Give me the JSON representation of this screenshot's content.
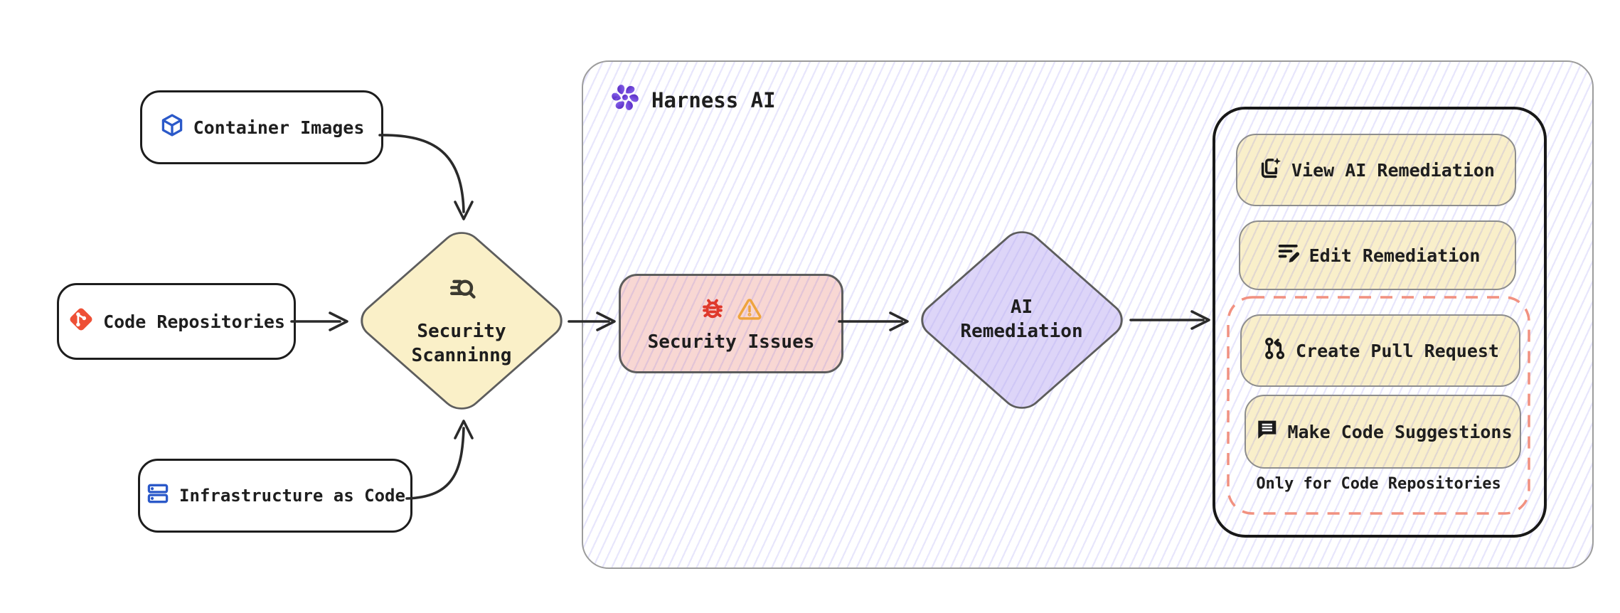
{
  "diagram": {
    "sources": [
      {
        "label": "Container Images"
      },
      {
        "label": "Code Repositories"
      },
      {
        "label": "Infrastructure as Code"
      }
    ],
    "scanner": {
      "line1": "Security",
      "line2": "Scanninng"
    },
    "harness": {
      "title": "Harness AI"
    },
    "issues": {
      "label": "Security Issues"
    },
    "ai_remediation": {
      "line1": "AI",
      "line2": "Remediation"
    },
    "actions": {
      "view": "View AI Remediation",
      "edit": "Edit Remediation",
      "pull_request": "Create Pull Request",
      "suggestions": "Make Code Suggestions"
    },
    "note": "Only for Code Repositories",
    "colors": {
      "node_yellow": "#faf0c8",
      "button_yellow": "#f9efca",
      "node_pink": "#f8d7d3",
      "node_purple": "#ddd5f8",
      "dashed_red": "#f19180",
      "git_orange": "#ee5036",
      "icon_blue": "#2b59c9",
      "bug_red": "#df382c",
      "warning_orange": "#eea43e",
      "harness_purple_dark": "#4f21bb",
      "harness_purple_light": "#8f6df4",
      "hatch_lavender": "#e3e1f8",
      "stroke_gray": "#5d5d5d",
      "stroke_dark": "#1d1d1d"
    }
  }
}
